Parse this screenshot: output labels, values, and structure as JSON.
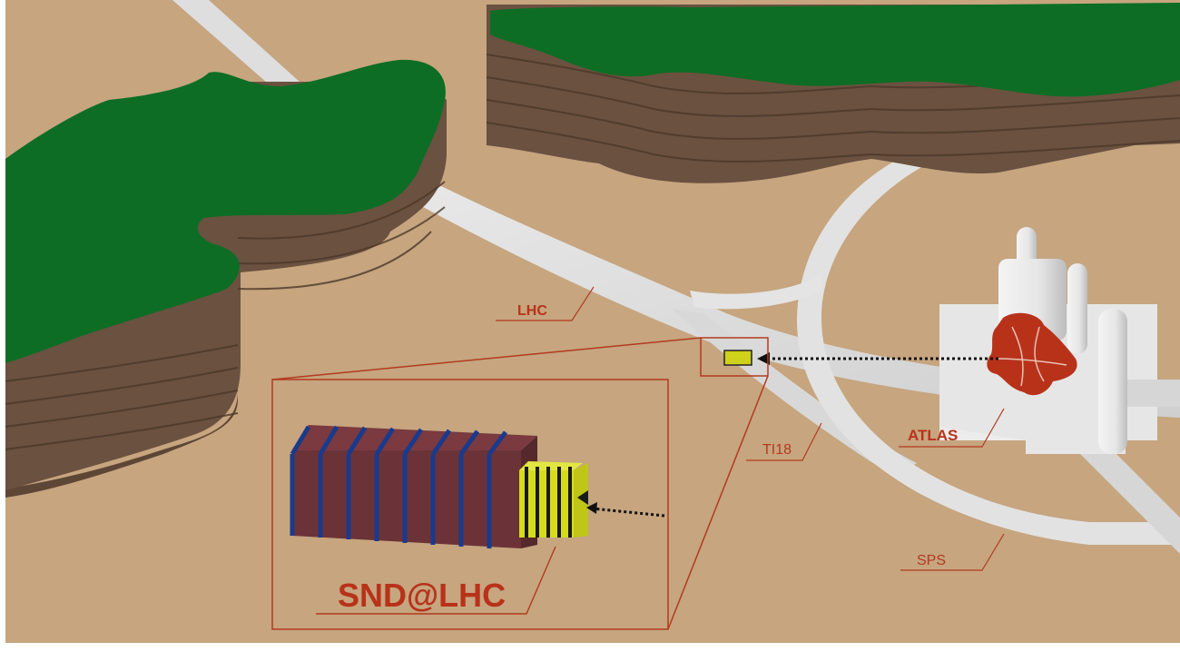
{
  "labels": {
    "lhc": "LHC",
    "ti18": "TI18",
    "atlas": "ATLAS",
    "sps": "SPS",
    "snd": "SND@LHC"
  },
  "colors": {
    "ground": "#c6a57f",
    "grass": "#0d6d24",
    "soil": "#6a5140",
    "tunnel": "#dcdcdc",
    "label_red": "#b33a1f",
    "detector_box": "#6b3338",
    "detector_lines": "#1a3a8c",
    "target_yellow": "#d6dc1c"
  },
  "icons": [
    "atlas-detector-icon",
    "neutrino-arrow-icon",
    "snd-detector-icon"
  ]
}
